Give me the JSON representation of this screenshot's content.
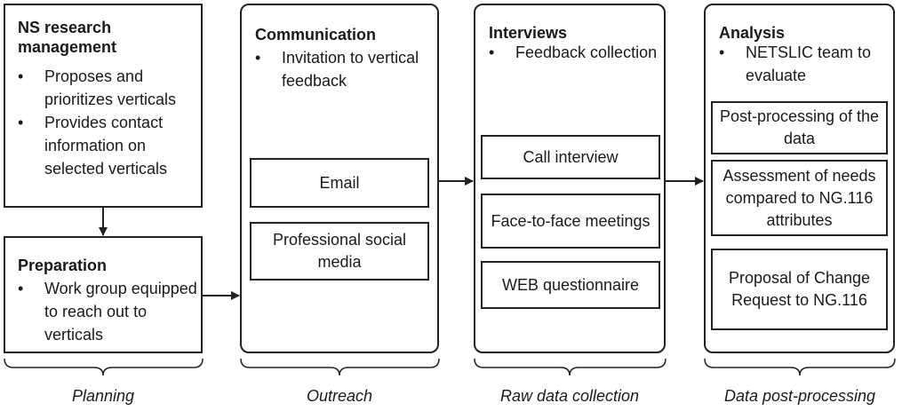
{
  "planning": {
    "research": {
      "title_line1": "NS research",
      "title_line2": "management",
      "bullets": [
        "Proposes and prioritizes verticals",
        "Provides contact information on selected verticals"
      ]
    },
    "preparation": {
      "title": "Preparation",
      "bullets": [
        "Work group equipped to reach out to verticals"
      ]
    },
    "label": "Planning"
  },
  "outreach": {
    "title": "Communication",
    "bullets": [
      "Invitation to vertical feedback"
    ],
    "channels": [
      "Email",
      "Professional social media"
    ],
    "label": "Outreach"
  },
  "interviews": {
    "title": "Interviews",
    "bullets": [
      "Feedback collection"
    ],
    "methods": [
      "Call interview",
      "Face-to-face meetings",
      "WEB questionnaire"
    ],
    "label": "Raw data collection"
  },
  "analysis": {
    "title": "Analysis",
    "bullets": [
      "NETSLIC team to evaluate"
    ],
    "steps": [
      "Post-processing of the data",
      "Assessment of needs compared to NG.116 attributes",
      "Proposal of Change Request to NG.116"
    ],
    "label": "Data post-processing"
  }
}
